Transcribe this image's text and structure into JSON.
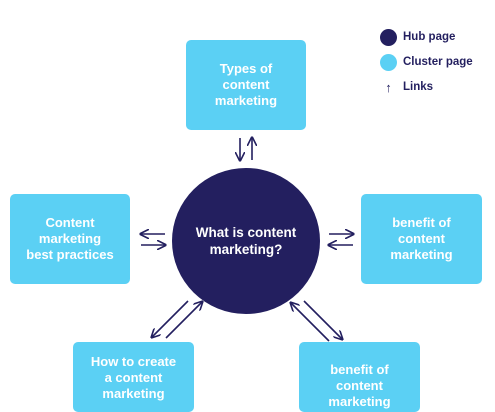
{
  "legend": {
    "hub_label": "Hub page",
    "cluster_label": "Cluster page",
    "links_label": "Links",
    "hub_color": "#231f5f",
    "cluster_color": "#5bd0f4"
  },
  "hub": {
    "line1": "What is content",
    "line2": "marketing?"
  },
  "clusters": {
    "top": [
      "Types of",
      "content",
      "marketing"
    ],
    "left": [
      "Content",
      "marketing",
      "best practices"
    ],
    "right": [
      "benefit of",
      "content",
      "marketing"
    ],
    "bottom_left": [
      "How to create",
      "a content",
      "marketing"
    ],
    "bottom_right": [
      "benefit of",
      "content",
      "marketing"
    ]
  },
  "colors": {
    "arrow": "#231f5f"
  }
}
